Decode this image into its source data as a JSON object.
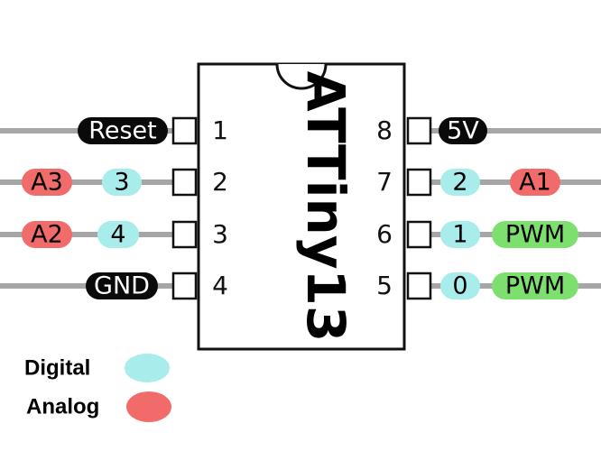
{
  "chip": {
    "label": "ATTiny13"
  },
  "colors": {
    "wire": "#a6a6a6",
    "digital": "#a8ecec",
    "analog": "#f26b6b",
    "pwm": "#7ddf6e",
    "power": "#0a0a0a"
  },
  "pins": [
    {
      "number": "1",
      "side": "left",
      "labels": [
        {
          "text": "Reset",
          "kind": "power"
        }
      ]
    },
    {
      "number": "2",
      "side": "left",
      "labels": [
        {
          "text": "A3",
          "kind": "analog"
        },
        {
          "text": "3",
          "kind": "digital"
        }
      ]
    },
    {
      "number": "3",
      "side": "left",
      "labels": [
        {
          "text": "A2",
          "kind": "analog"
        },
        {
          "text": "4",
          "kind": "digital"
        }
      ]
    },
    {
      "number": "4",
      "side": "left",
      "labels": [
        {
          "text": "GND",
          "kind": "power"
        }
      ]
    },
    {
      "number": "8",
      "side": "right",
      "labels": [
        {
          "text": "5V",
          "kind": "power"
        }
      ]
    },
    {
      "number": "7",
      "side": "right",
      "labels": [
        {
          "text": "2",
          "kind": "digital"
        },
        {
          "text": "A1",
          "kind": "analog"
        }
      ]
    },
    {
      "number": "6",
      "side": "right",
      "labels": [
        {
          "text": "1",
          "kind": "digital"
        },
        {
          "text": "PWM",
          "kind": "pwm"
        }
      ]
    },
    {
      "number": "5",
      "side": "right",
      "labels": [
        {
          "text": "0",
          "kind": "digital"
        },
        {
          "text": "PWM",
          "kind": "pwm"
        }
      ]
    }
  ],
  "legend": [
    {
      "label": "Digital",
      "kind": "digital"
    },
    {
      "label": "Analog",
      "kind": "analog"
    }
  ]
}
